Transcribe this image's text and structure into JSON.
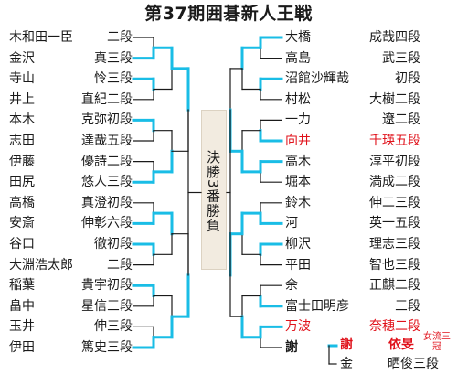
{
  "title": "第37期囲碁新人王戦",
  "center_label": "決勝3番勝負",
  "left_players": [
    {
      "name": "木和田一臣",
      "rank": "二段"
    },
    {
      "name": "金沢",
      "rank": "真三段"
    },
    {
      "name": "寺山",
      "rank": "怜三段"
    },
    {
      "name": "井上",
      "rank": "直紀二段"
    },
    {
      "name": "本木",
      "rank": "克弥初段"
    },
    {
      "name": "志田",
      "rank": "達哉五段"
    },
    {
      "name": "伊藤",
      "rank": "優詩二段"
    },
    {
      "name": "田尻",
      "rank": "悠人三段"
    },
    {
      "name": "高橋",
      "rank": "真澄初段"
    },
    {
      "name": "安斎",
      "rank": "伸彰六段"
    },
    {
      "name": "谷口",
      "rank": "徹初段"
    },
    {
      "name": "大淵浩太郎",
      "rank": "二段"
    },
    {
      "name": "稲葉",
      "rank": "貴宇初段"
    },
    {
      "name": "畠中",
      "rank": "星信三段"
    },
    {
      "name": "玉井",
      "rank": "伸三段"
    },
    {
      "name": "伊田",
      "rank": "篤史三段"
    }
  ],
  "right_players": [
    {
      "name": "大橋",
      "rank": "成哉四段"
    },
    {
      "name": "高島",
      "rank": "武三段"
    },
    {
      "name": "沼館沙輝哉",
      "rank": "初段"
    },
    {
      "name": "村松",
      "rank": "大樹二段"
    },
    {
      "name": "一力",
      "rank": "遼二段"
    },
    {
      "name": "向井",
      "rank": "千瑛五段"
    },
    {
      "name": "高木",
      "rank": "淳平初段"
    },
    {
      "name": "堀本",
      "rank": "満成二段"
    },
    {
      "name": "鈴木",
      "rank": "伸二三段"
    },
    {
      "name": "河",
      "rank": "英一五段"
    },
    {
      "name": "柳沢",
      "rank": "理志三段"
    },
    {
      "name": "平田",
      "rank": "智也三段"
    },
    {
      "name": "余",
      "rank": "正麒二段"
    },
    {
      "name": "富士田明彦",
      "rank": "三段"
    },
    {
      "name": "万波",
      "rank": "奈穂二段"
    },
    {
      "name": "謝",
      "rank": ""
    }
  ],
  "final_block": {
    "bracket_winner": "謝",
    "top_name": "謝",
    "top_right": "依旻",
    "small_text": "女流三冠",
    "bottom_name": "金",
    "bottom_right": "晒俊三段"
  },
  "colors": {
    "winner_line": "#19bde6",
    "loser_line": "#1a1a1a",
    "highlight_text": "#e0121b",
    "center_box": "#f2ebe0"
  }
}
